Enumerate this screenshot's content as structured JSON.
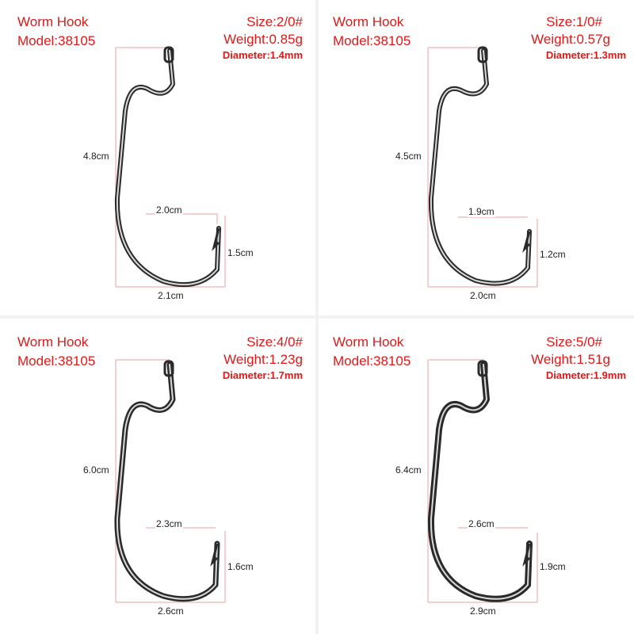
{
  "panels": [
    {
      "title": "Worm Hook",
      "model": "Model:38105",
      "size": "Size:2/0#",
      "weight": "Weight:0.85g",
      "diameter": "Diameter:1.4mm",
      "length": "4.8cm",
      "gap": "2.0cm",
      "point": "1.5cm",
      "width": "2.1cm"
    },
    {
      "title": "Worm Hook",
      "model": "Model:38105",
      "size": "Size:1/0#",
      "weight": "Weight:0.57g",
      "diameter": "Diameter:1.3mm",
      "length": "4.5cm",
      "gap": "1.9cm",
      "point": "1.2cm",
      "width": "2.0cm"
    },
    {
      "title": "Worm Hook",
      "model": "Model:38105",
      "size": "Size:4/0#",
      "weight": "Weight:1.23g",
      "diameter": "Diameter:1.7mm",
      "length": "6.0cm",
      "gap": "2.3cm",
      "point": "1.6cm",
      "width": "2.6cm"
    },
    {
      "title": "Worm Hook",
      "model": "Model:38105",
      "size": "Size:5/0#",
      "weight": "Weight:1.51g",
      "diameter": "Diameter:1.9mm",
      "length": "6.4cm",
      "gap": "2.6cm",
      "point": "1.9cm",
      "width": "2.9cm"
    }
  ],
  "colors": {
    "label": "#e01818",
    "hook": "#2a2a2a",
    "dimension_line": "#e8a0a0",
    "text": "#222222"
  }
}
